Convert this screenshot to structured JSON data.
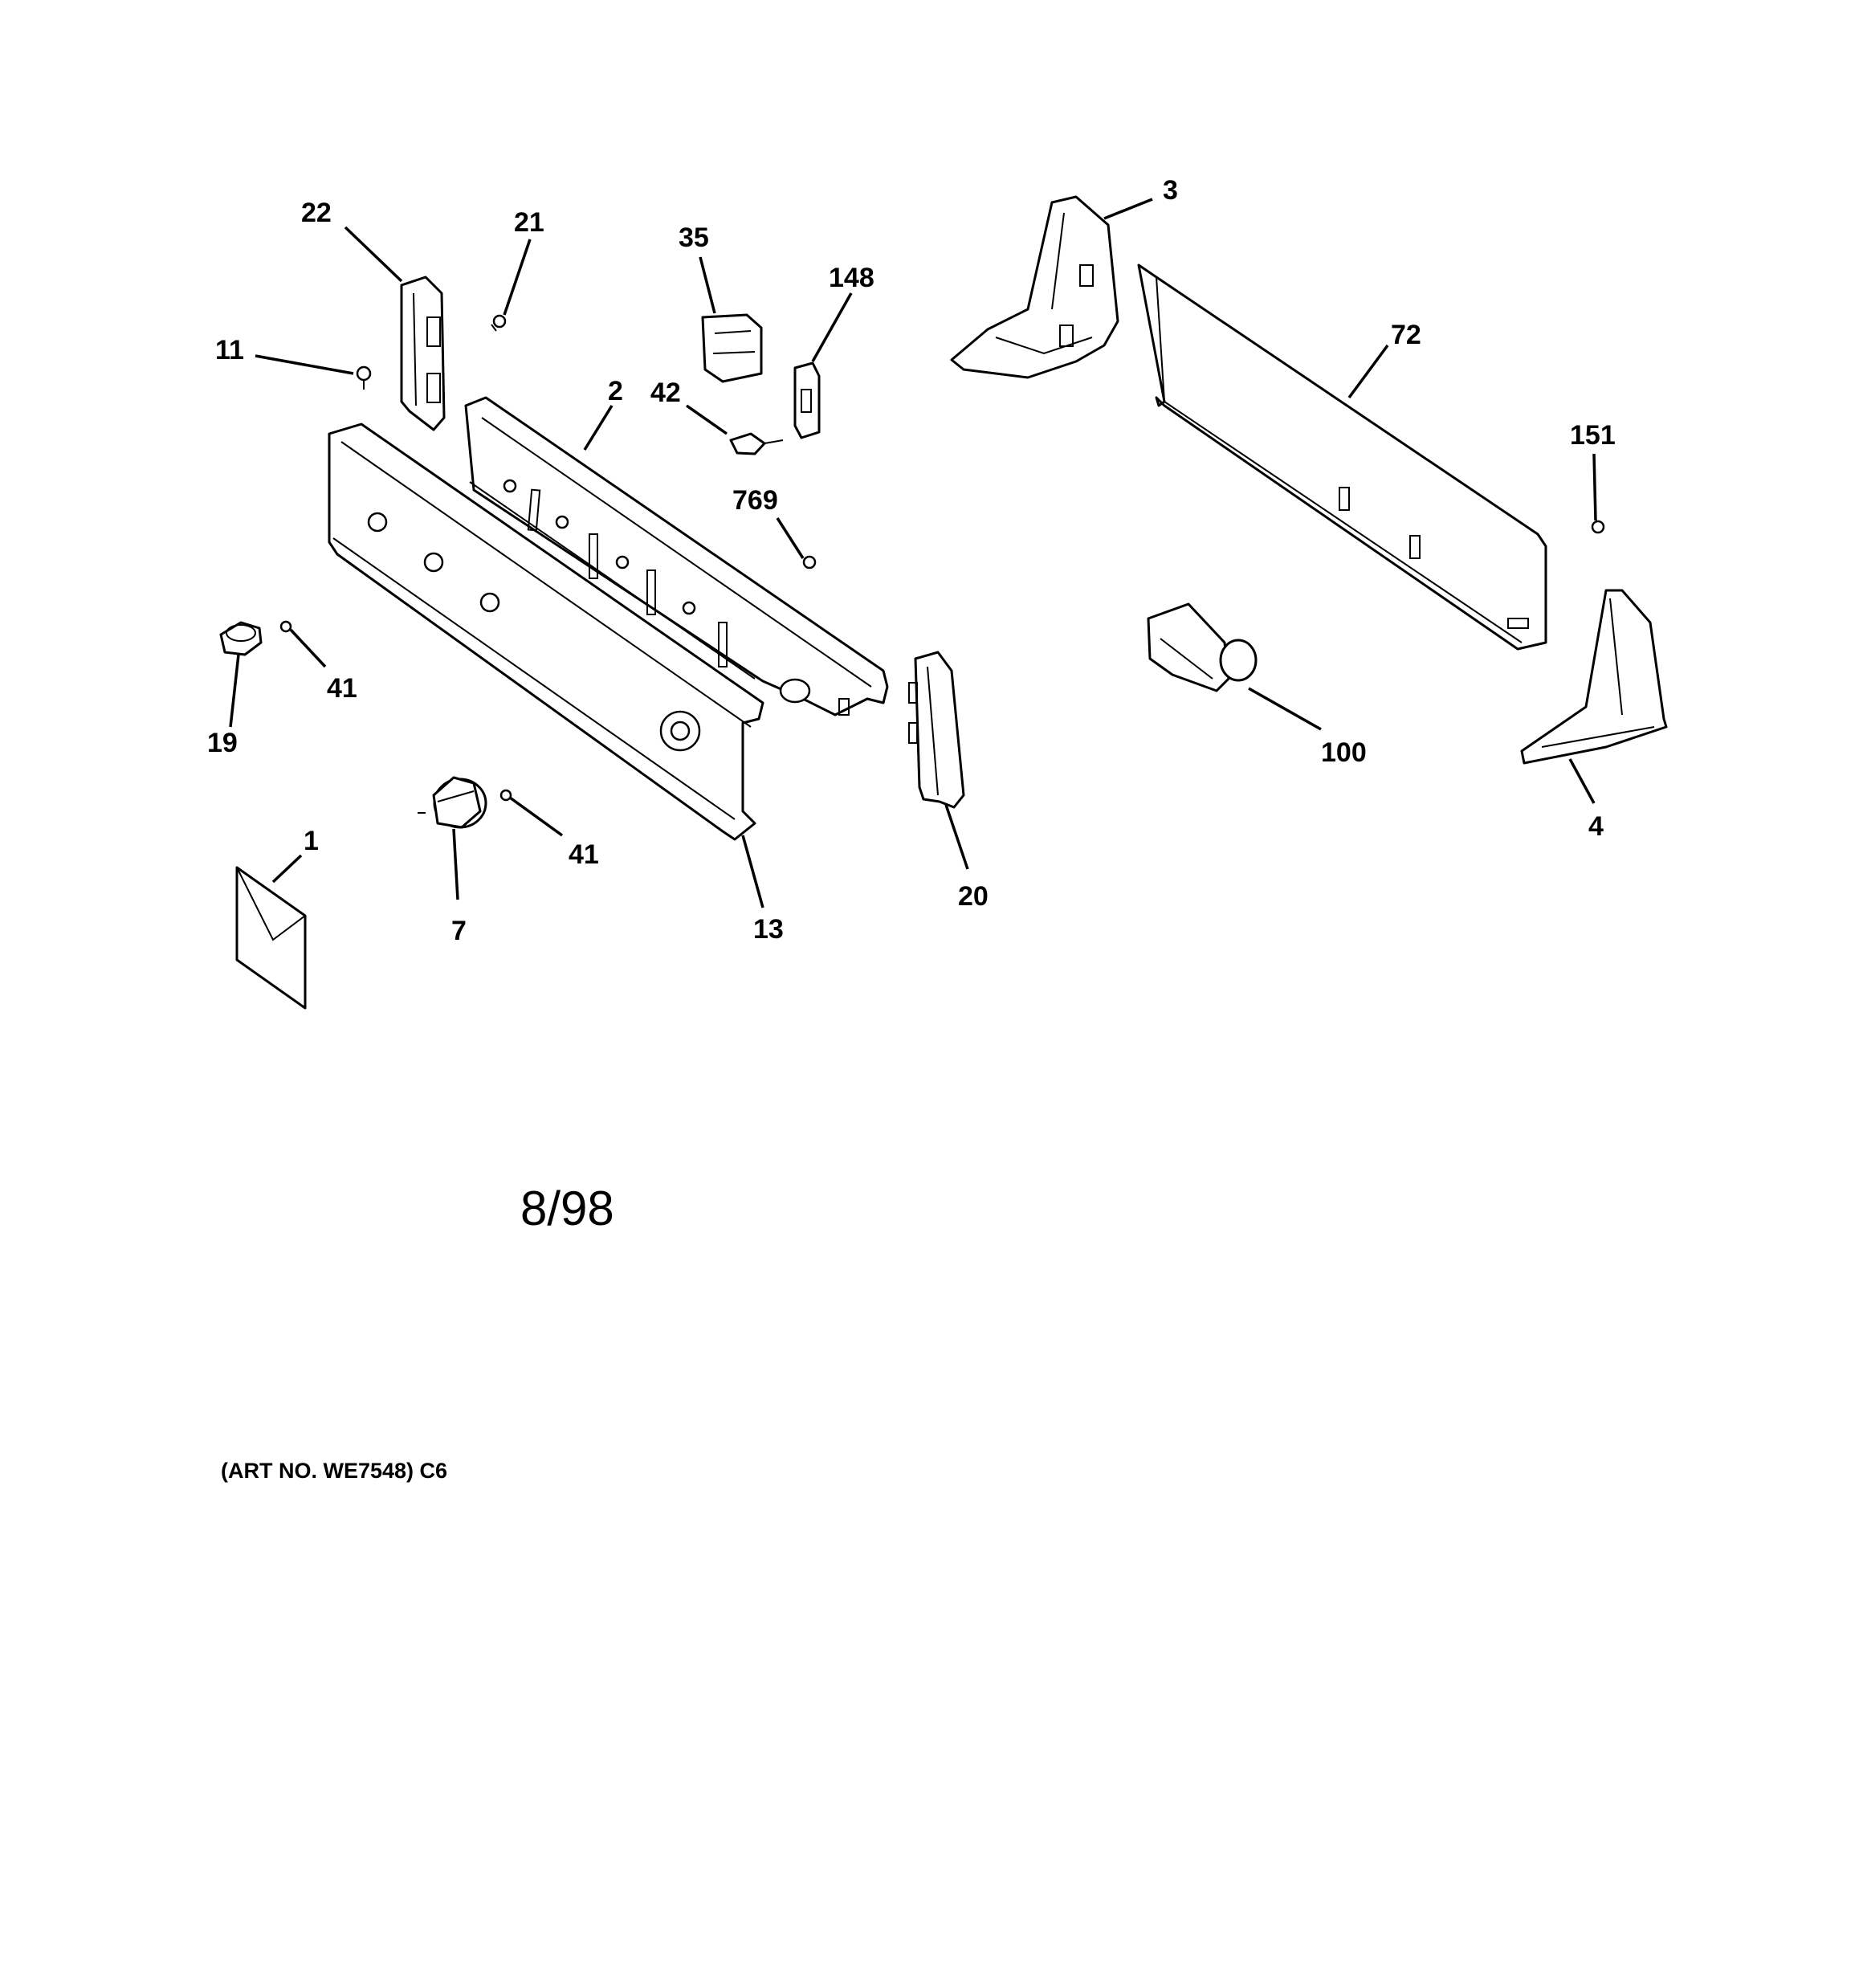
{
  "diagram": {
    "date_code": "8/98",
    "art_number": "(ART NO. WE7548) C6"
  },
  "callouts": {
    "p1": "1",
    "p2": "2",
    "p3": "3",
    "p4": "4",
    "p7": "7",
    "p11": "11",
    "p13": "13",
    "p19": "19",
    "p20": "20",
    "p21": "21",
    "p22": "22",
    "p35": "35",
    "p41a": "41",
    "p41b": "41",
    "p42": "42",
    "p72": "72",
    "p100": "100",
    "p148": "148",
    "p151": "151",
    "p769": "769"
  }
}
